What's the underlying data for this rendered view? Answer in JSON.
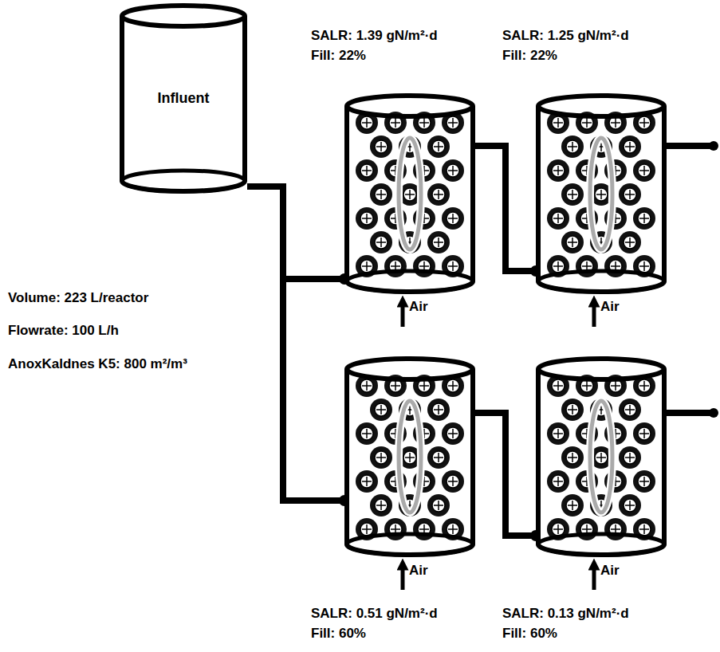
{
  "diagram": {
    "nodes": [
      {
        "text": [
          "Influent"
        ]
      },
      {
        "text": [
          "SALR: 1.39 gN/m²·d",
          "Fill: 22%"
        ]
      },
      {
        "text": [
          "SALR: 1.25 gN/m²·d",
          "Fill: 22%"
        ]
      },
      {
        "text": [
          "SALR: 0.51 gN/m²·d",
          "Fill: 60%"
        ]
      },
      {
        "text": [
          "SALR: 0.13 gN/m²·d",
          "Fill: 60%"
        ]
      }
    ],
    "edges": [
      {
        "from": 0,
        "to": 1,
        "arrow": "none"
      },
      {
        "from": 1,
        "to": 2,
        "arrow": "none"
      },
      {
        "from": 0,
        "to": 3,
        "arrow": "none"
      },
      {
        "from": 3,
        "to": 4,
        "arrow": "none"
      }
    ],
    "labels": [
      "Volume: 223 L/reactor",
      "Flowrate: 100 L/h",
      "AnoxKaldnes K5: 800 m²/m³",
      "Air",
      "Air",
      "Air",
      "Air"
    ]
  }
}
